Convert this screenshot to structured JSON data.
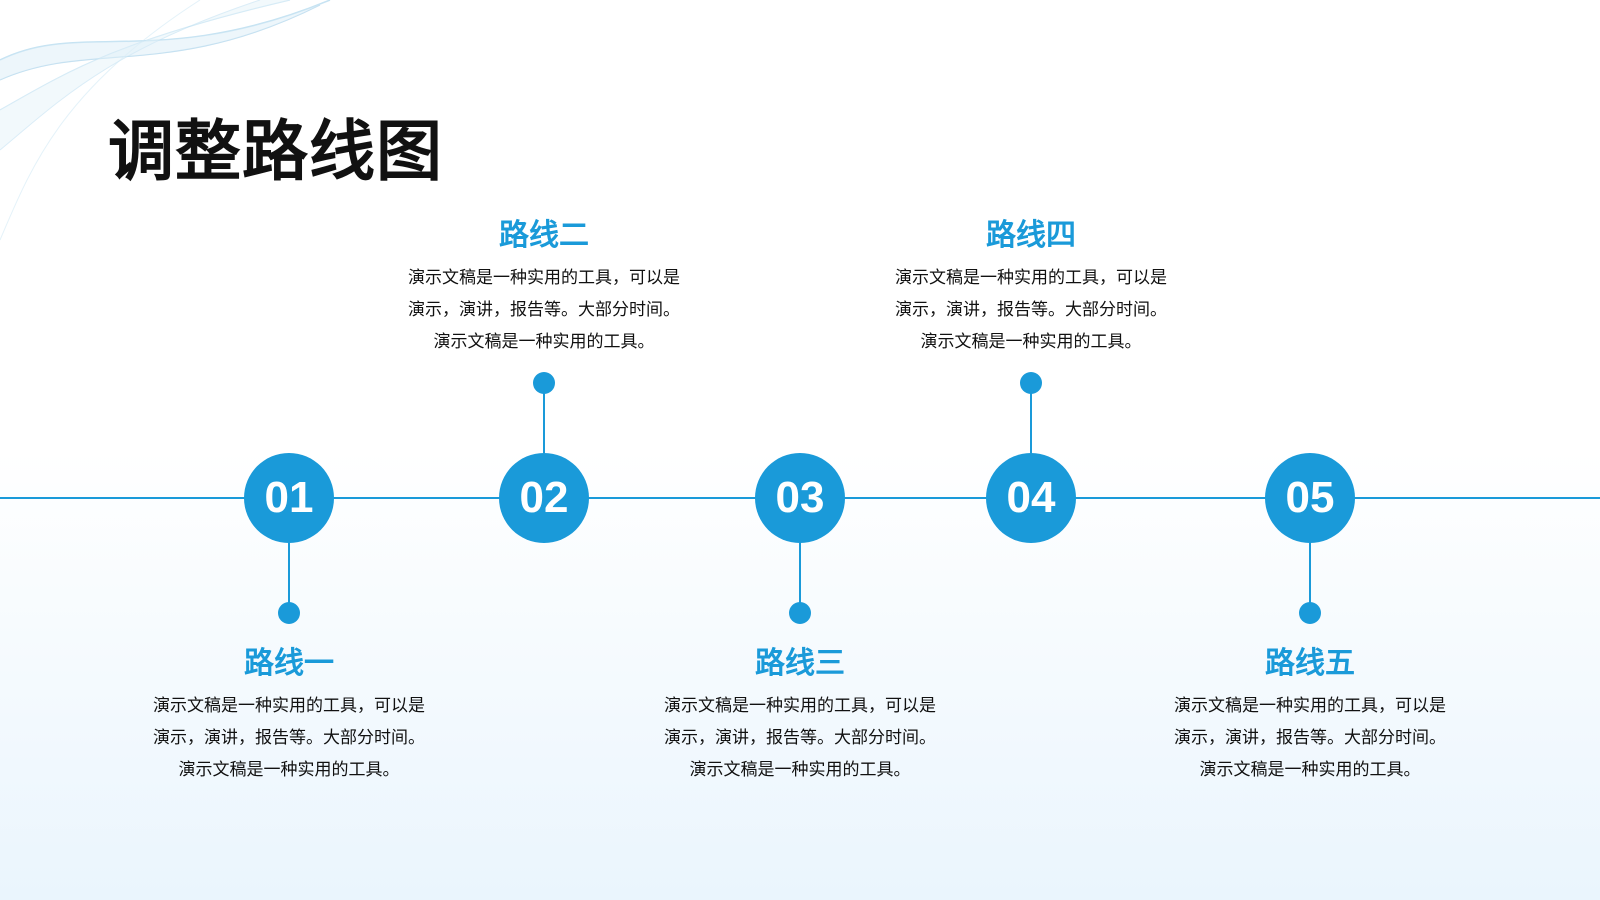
{
  "title": "调整路线图",
  "colors": {
    "accent": "#1a9ad9",
    "title": "#111111",
    "text": "#111111",
    "wave": "#9ccbe6"
  },
  "routes": [
    {
      "num": "01",
      "name": "路线一",
      "lines": [
        "演示文稿是一种实用的工具，可以是",
        "演示，演讲，报告等。大部分时间。",
        "演示文稿是一种实用的工具。"
      ]
    },
    {
      "num": "02",
      "name": "路线二",
      "lines": [
        "演示文稿是一种实用的工具，可以是",
        "演示，演讲，报告等。大部分时间。",
        "演示文稿是一种实用的工具。"
      ]
    },
    {
      "num": "03",
      "name": "路线三",
      "lines": [
        "演示文稿是一种实用的工具，可以是",
        "演示，演讲，报告等。大部分时间。",
        "演示文稿是一种实用的工具。"
      ]
    },
    {
      "num": "04",
      "name": "路线四",
      "lines": [
        "演示文稿是一种实用的工具，可以是",
        "演示，演讲，报告等。大部分时间。",
        "演示文稿是一种实用的工具。"
      ]
    },
    {
      "num": "05",
      "name": "路线五",
      "lines": [
        "演示文稿是一种实用的工具，可以是",
        "演示，演讲，报告等。大部分时间。",
        "演示文稿是一种实用的工具。"
      ]
    }
  ]
}
